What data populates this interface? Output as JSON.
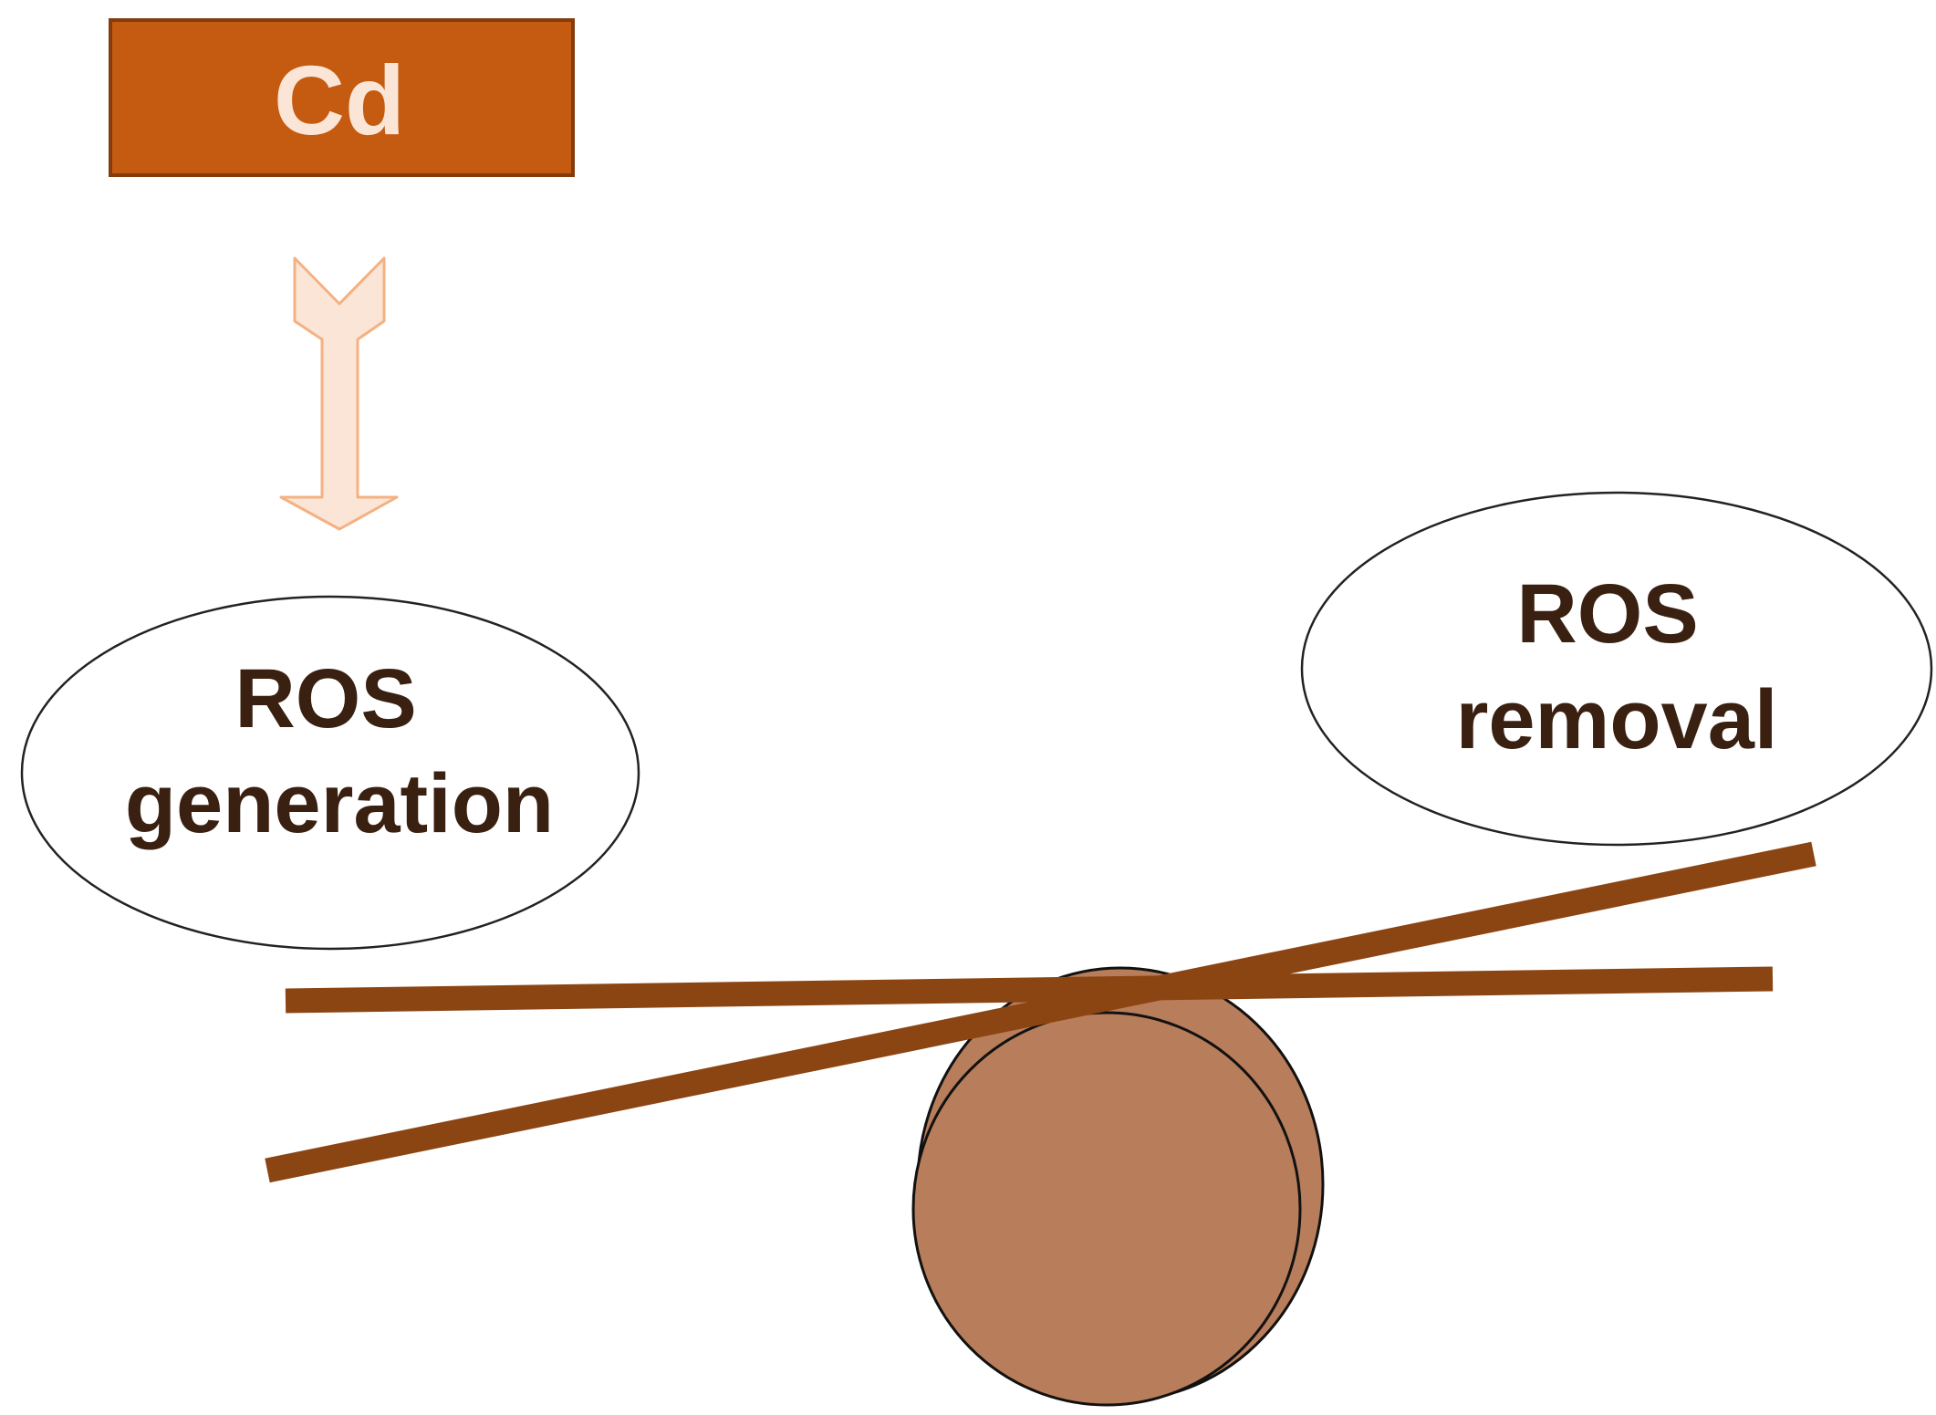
{
  "source_box": {
    "label": "Cd",
    "fill": "#C55A11",
    "text_color": "#FBE5D6",
    "border_color": "#843C0C"
  },
  "arrow": {
    "fill": "#FBE5D6",
    "stroke": "#F4B183"
  },
  "ellipses": {
    "generation": {
      "line1": "ROS",
      "line2": "generation"
    },
    "removal": {
      "line1": "ROS",
      "line2": "removal"
    },
    "text_color": "#3A2010"
  },
  "balance": {
    "beam_color": "#8B4513",
    "fulcrum_fill": "#B87D5A",
    "state": "tilted toward ROS generation"
  }
}
